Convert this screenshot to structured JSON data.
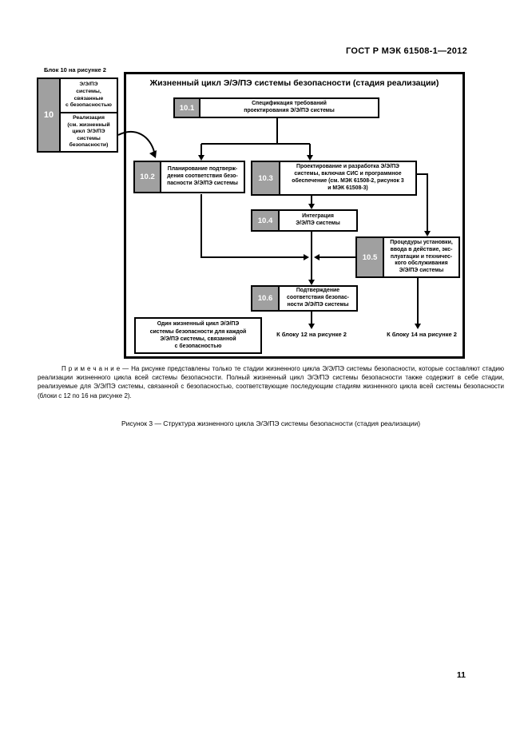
{
  "page": {
    "header": "ГОСТ Р МЭК 61508-1—2012",
    "note": "П р и м е ч а н и е  —  На рисунке представлены только те стадии жизненного цикла Э/Э/ПЭ системы безопасности, которые составляют стадию реализации жизненного цикла всей системы безопасности. Полный жизненный цикл Э/Э/ПЭ системы безопасности также содержит в себе стадии, реализуемые для Э/Э/ПЭ системы, связанной с безопасностью, соответствующие последующим стадиям жизненного цикла всей системы безопасности (блоки с 12 по 16 на рисунке 2).",
    "caption": "Рисунок 3 — Структура жизненного цикла Э/Э/ПЭ системы безопасности (стадия реализации)",
    "page_number": "11"
  },
  "block10": {
    "label": "Блок 10 на рисунке 2",
    "number": "10",
    "top_text": "Э/Э/ПЭ\nсистемы,\nсвязанные\nс безопасностью",
    "bottom_text": "Реализация\n(см. жизненный\nцикл Э/Э/ПЭ\nсистемы\nбезопасности)"
  },
  "diagram": {
    "title": "Жизненный цикл Э/Э/ПЭ системы безопасности (стадия реализации)",
    "boxes": [
      {
        "num": "10.1",
        "text": "Спецификация требований\nпроектирования Э/Э/ПЭ системы"
      },
      {
        "num": "10.2",
        "text": "Планирование подтверж-\nдения соответствия безо-\nпасности Э/Э/ПЭ системы"
      },
      {
        "num": "10.3",
        "text": "Проектирование и разработка Э/Э/ПЭ\nсистемы, включая СИС и программное\nобеспечение (см. МЭК 61508-2, рисунок 3\nи МЭК 61508-3)"
      },
      {
        "num": "10.4",
        "text": "Интеграция\nЭ/Э/ПЭ системы"
      },
      {
        "num": "10.5",
        "text": "Процедуры установки,\nввода в действие, экс-\nплуатации и техничес-\nкого обслуживания\nЭ/Э/ПЭ системы"
      },
      {
        "num": "10.6",
        "text": "Подтверждение\nсоответствия безопас-\nности Э/Э/ПЭ системы"
      }
    ],
    "lifecycle_note": "Один жизненный цикл Э/Э/ПЭ\nсистемы безопасности для каждой\nЭ/Э/ПЭ системы, связанной\nс безопасностью",
    "exit_left": "К блоку 12 на рисунке 2",
    "exit_right": "К блоку 14 на рисунке 2"
  },
  "colors": {
    "number_cell_gray": "#a0a0a0",
    "line_black": "#000000"
  }
}
